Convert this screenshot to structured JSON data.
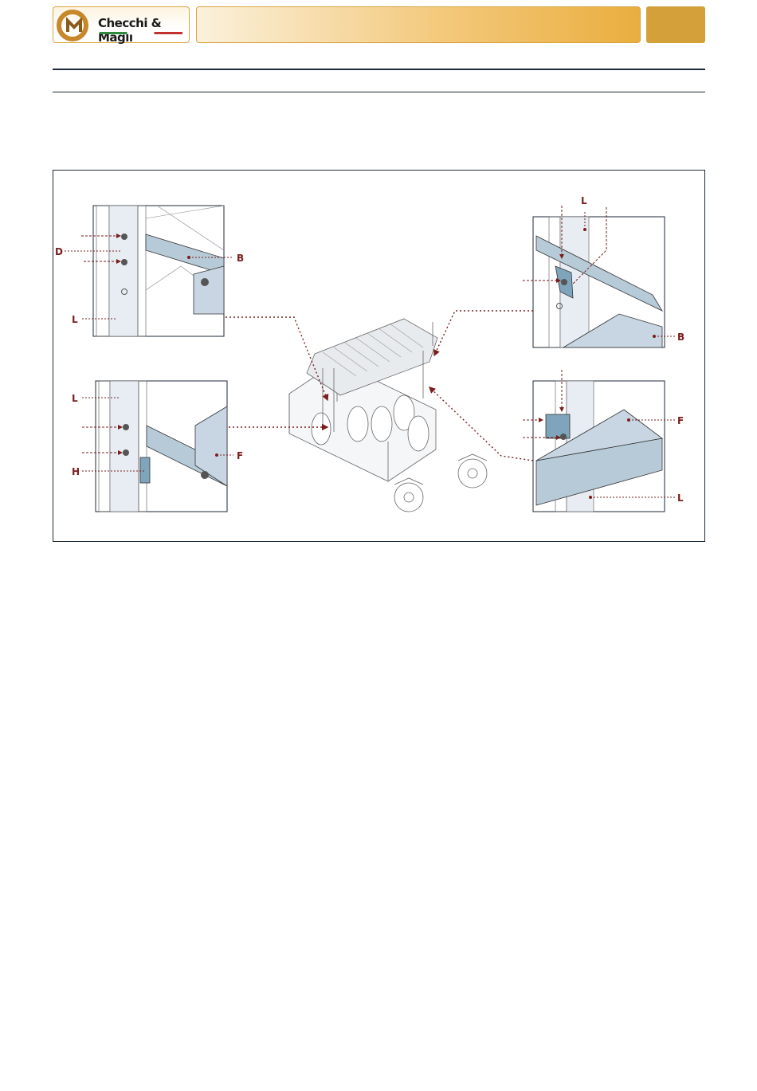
{
  "header": {
    "brand": "Checchi & Magli",
    "colors": {
      "accent": "#eaae3f",
      "frame": "#d8a441",
      "page_box": "#d4a03a",
      "callout": "#7a1d1d",
      "rule": "#1e2a38"
    }
  },
  "figure": {
    "callouts": {
      "top_left": {
        "d": "D",
        "b": "B",
        "l": "L"
      },
      "top_right": {
        "l": "L",
        "b": "B"
      },
      "bottom_left": {
        "l": "L",
        "h": "H",
        "f": "F"
      },
      "bottom_right": {
        "f": "F",
        "l": "L"
      }
    }
  }
}
